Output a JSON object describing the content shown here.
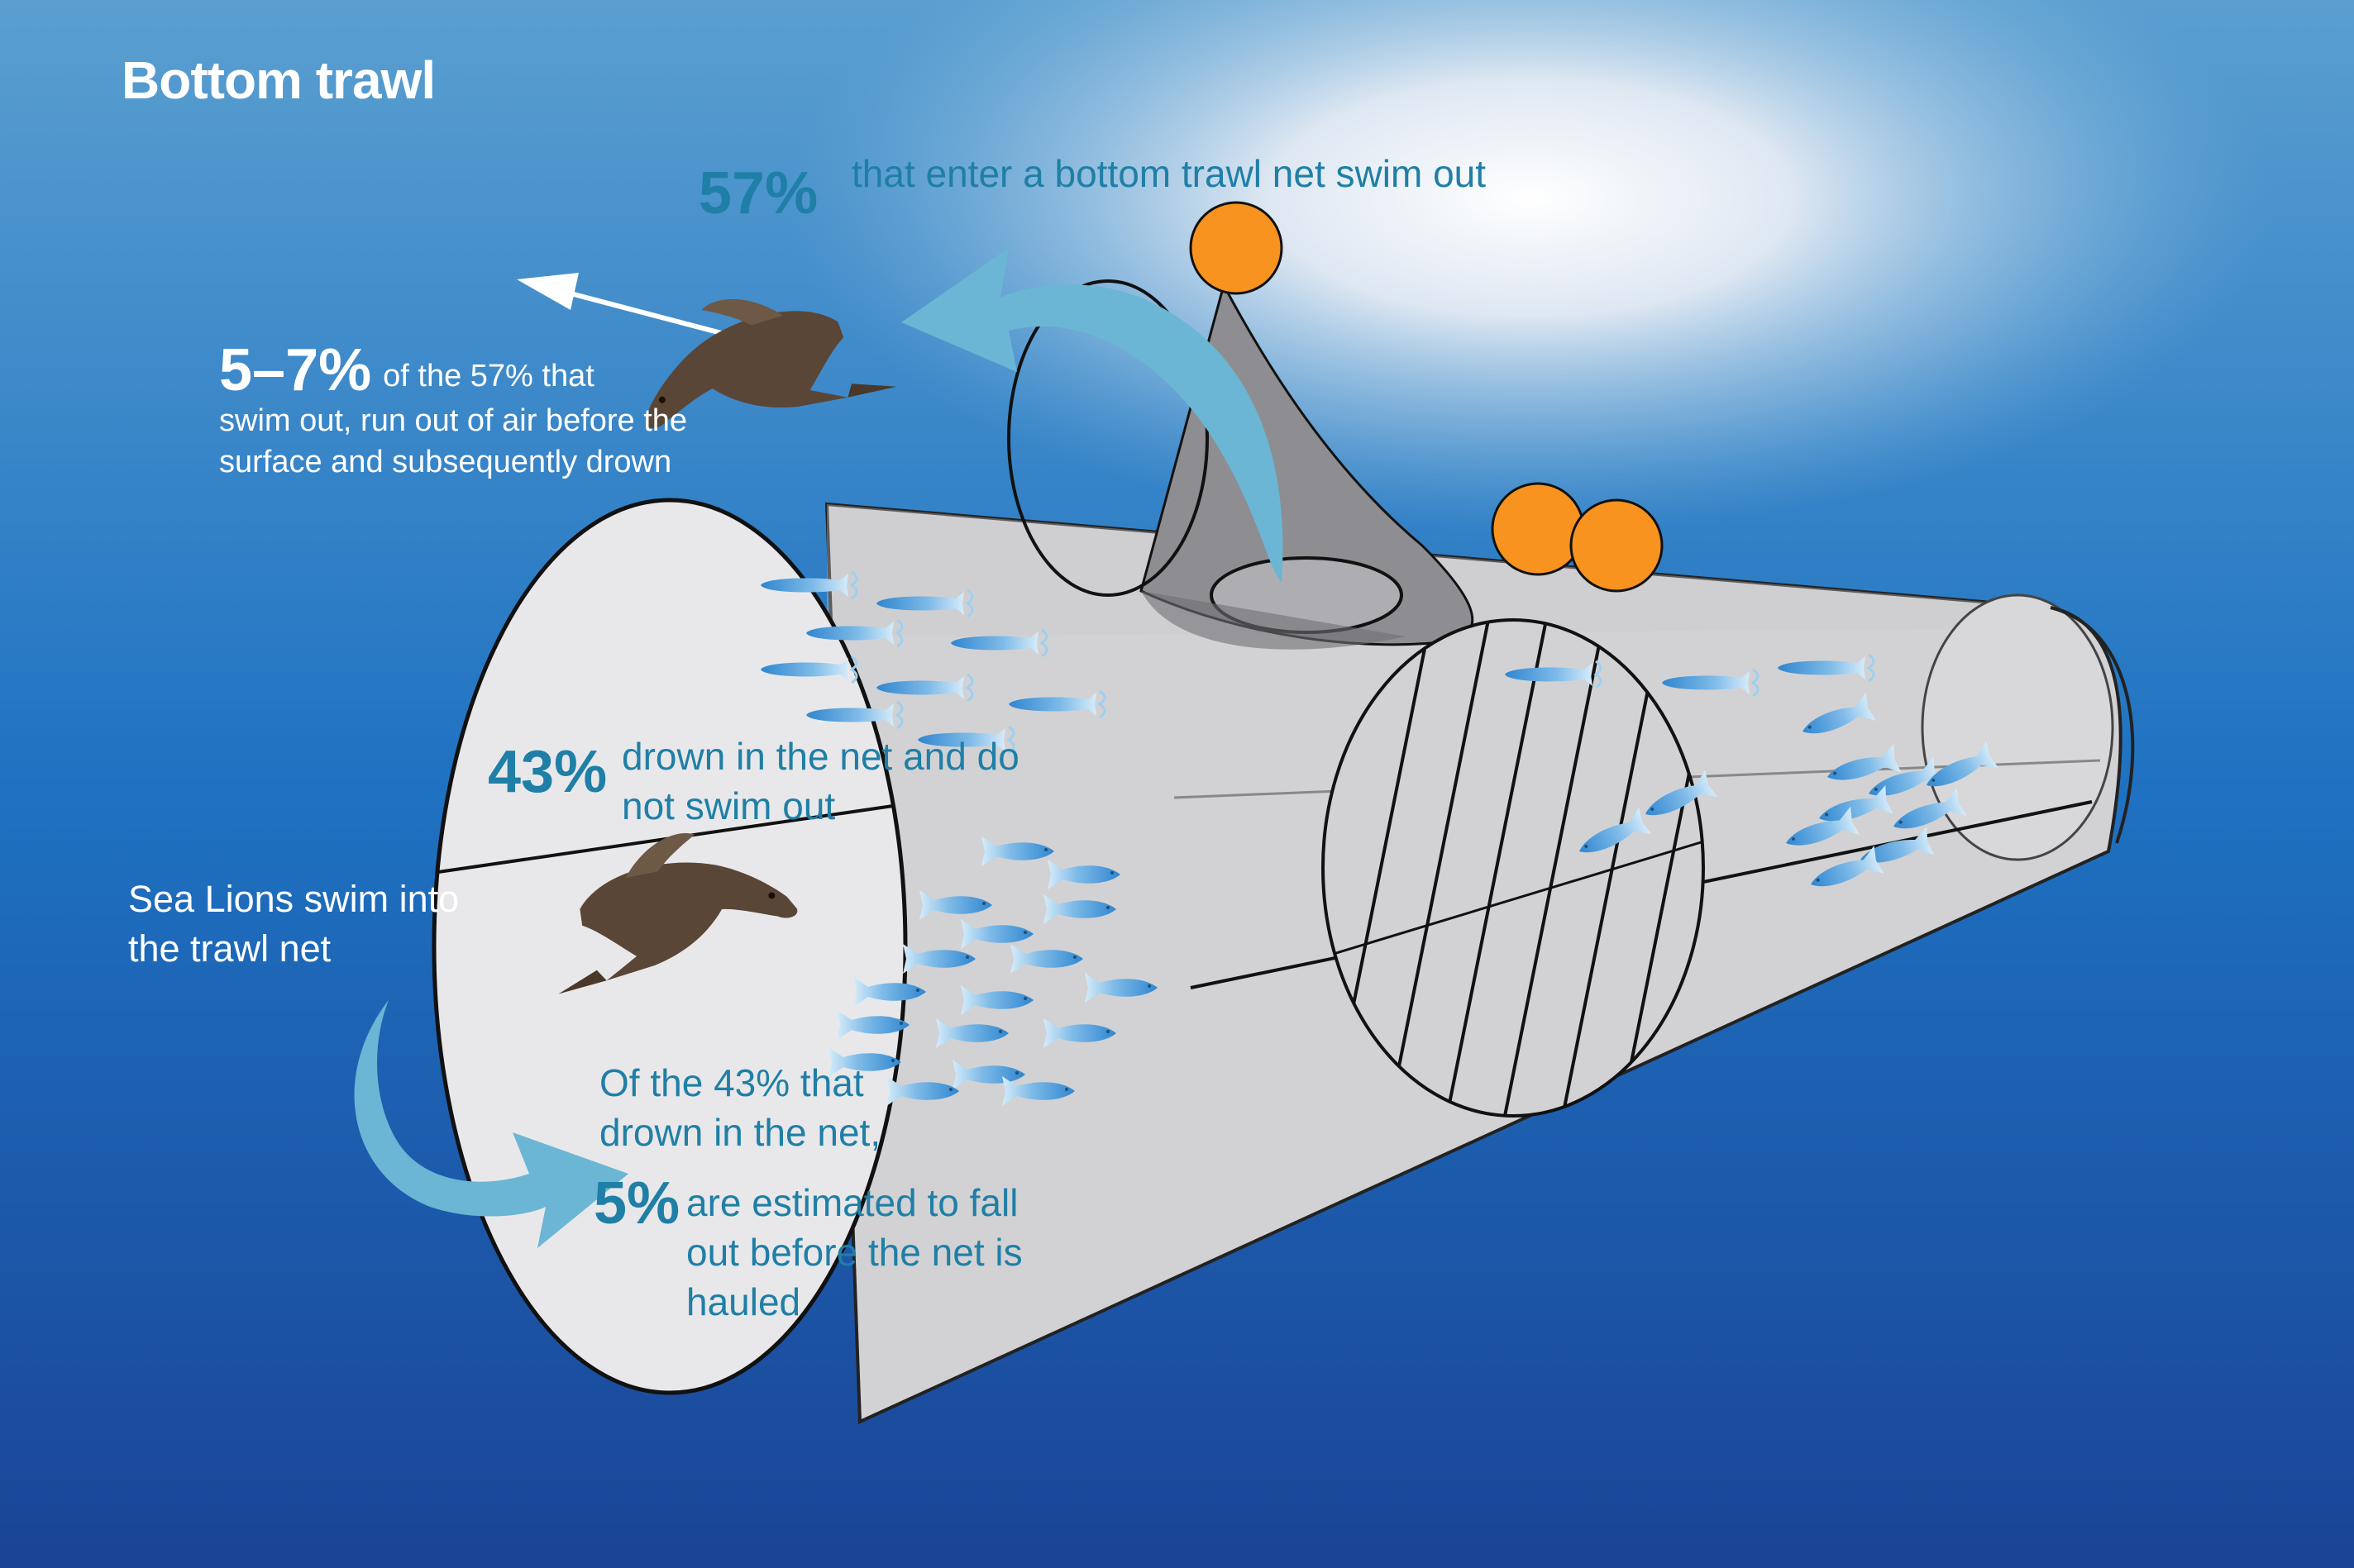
{
  "title": "Bottom trawl",
  "annotations": {
    "swim_out": {
      "pct": "57%",
      "text": "that enter a bottom trawl net swim out"
    },
    "surface_drown": {
      "pct": "5–7%",
      "text_line1": "of the 57% that",
      "text_rest": "swim out, run out of air before the surface and subsequently drown"
    },
    "drown_net": {
      "pct": "43%",
      "text": "drown in the net and do not swim out"
    },
    "enter_net": {
      "text": "Sea Lions swim into the trawl net"
    },
    "fall_out": {
      "intro": "Of the 43% that drown in the net,",
      "pct": "5%",
      "text": "are estimated to fall out before the net is hauled"
    }
  },
  "colors": {
    "ocean_top": "#6aaed8",
    "ocean_bottom": "#1a4496",
    "net_fill": "#d4d4d6",
    "net_face": "#e8e8ea",
    "net_window": "#8e8e92",
    "float": "#f7931e",
    "arrow": "#6bb6d4",
    "fish": "#5fa5dc",
    "sea_lion": "#5a4636",
    "accent_text": "#1f7fa6"
  },
  "icons": [
    "sea-lion-icon",
    "fish-school-icon",
    "float-buoy-icon",
    "curved-arrow-icon"
  ]
}
